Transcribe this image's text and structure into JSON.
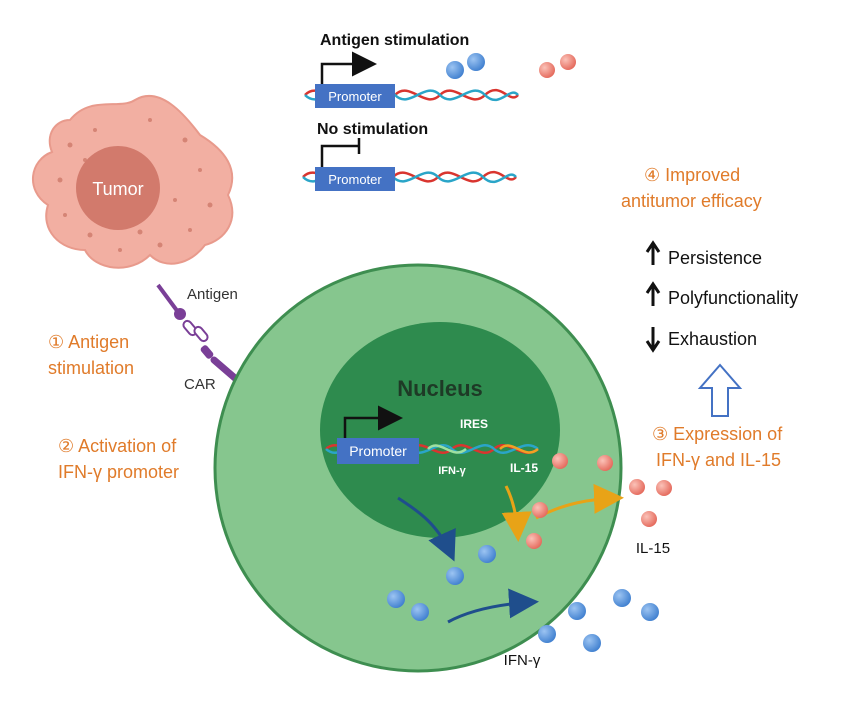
{
  "colors": {
    "tumor": "#F2AFA2",
    "tumor_core": "#D27A6C",
    "cell_outer": "#86C68E",
    "nucleus": "#2E8B4E",
    "promoter_box": "#4472C4",
    "ifn_ball": "#5B95DE",
    "il15_ball": "#F08A7A",
    "step_text": "#E07B2A",
    "car": "#7A3F97"
  },
  "tumor": {
    "label": "Tumor"
  },
  "receptor": {
    "antigen_label": "Antigen",
    "car_label": "CAR"
  },
  "top_panel": {
    "antigen_title": "Antigen stimulation",
    "no_stim_title": "No stimulation",
    "promoter_label": "Promoter"
  },
  "steps": {
    "step1_line1": "① Antigen",
    "step1_line2": "stimulation",
    "step2_line1": "② Activation of",
    "step2_line2": "IFN-γ promoter",
    "step3_line1": "③ Expression of",
    "step3_line2": "IFN-γ and IL-15",
    "step4_line1": "④ Improved",
    "step4_line2": "antitumor efficacy"
  },
  "outcomes": [
    {
      "arrow": "up",
      "label": "Persistence"
    },
    {
      "arrow": "up",
      "label": "Polyfunctionality"
    },
    {
      "arrow": "down",
      "label": "Exhaustion"
    }
  ],
  "nucleus": {
    "label": "Nucleus",
    "promoter_label": "Promoter",
    "ires_label": "IRES",
    "ifn_label": "IFN-γ",
    "il15_label": "IL-15"
  },
  "secreted": {
    "il15_label": "IL-15",
    "ifn_label": "IFN-γ"
  },
  "icons": [
    "arrow-up-icon",
    "arrow-down-icon",
    "hollow-arrow-up-icon",
    "lightning-icon"
  ]
}
